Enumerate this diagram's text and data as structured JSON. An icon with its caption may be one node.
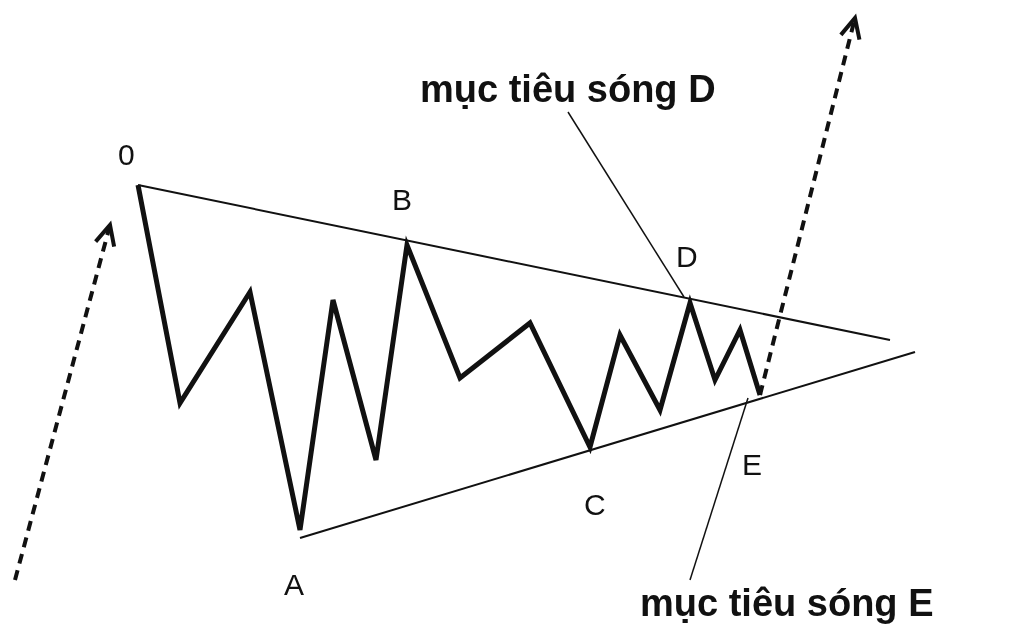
{
  "diagram": {
    "nodes": [
      {
        "text": [
          "mục tiêu sóng D"
        ]
      },
      {
        "text": [
          "mục tiêu sóng E"
        ]
      }
    ],
    "edges": [
      {
        "from": 0,
        "to": null,
        "arrow": "none"
      },
      {
        "from": 1,
        "to": null,
        "arrow": "none"
      }
    ],
    "labels": [
      "0",
      "B",
      "D",
      "E",
      "C",
      "A"
    ]
  }
}
